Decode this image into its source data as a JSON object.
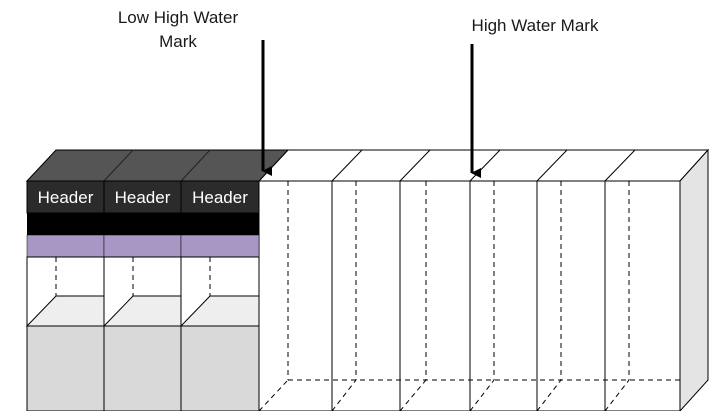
{
  "annotations": {
    "low_high_water_mark": [
      "Low High Water",
      "Mark"
    ],
    "high_water_mark": "High Water Mark"
  },
  "blocks": {
    "header_label": "Header",
    "formatted_block_count": 3,
    "unformatted_block_count": 6
  },
  "colors": {
    "header_top": "#555555",
    "header_band": "#2b2b2b",
    "black_band": "#000000",
    "purple_band": "#a897c4",
    "gray_fill": "#d9d9d9",
    "light_fill": "#eeeeee",
    "right_side_face": "#e4e4e4"
  }
}
